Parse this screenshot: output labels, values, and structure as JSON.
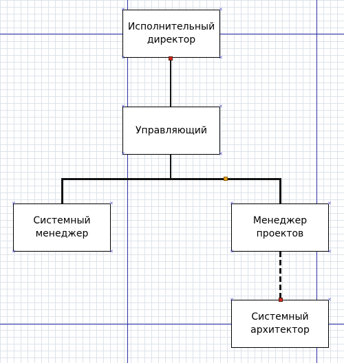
{
  "diagram": {
    "nodes": [
      {
        "id": "executive-director",
        "label": "Исполнительный\nдиректор"
      },
      {
        "id": "manager",
        "label": "Управляющий"
      },
      {
        "id": "system-manager",
        "label": "Системный\nменеджер"
      },
      {
        "id": "project-manager",
        "label": "Менеджер\nпроектов"
      },
      {
        "id": "system-architect",
        "label": "Системный\nархитектор"
      }
    ],
    "edges": [
      {
        "from": "executive-director",
        "to": "manager",
        "style": "solid"
      },
      {
        "from": "manager",
        "to": "system-manager",
        "style": "solid"
      },
      {
        "from": "manager",
        "to": "project-manager",
        "style": "solid"
      },
      {
        "from": "project-manager",
        "to": "system-architect",
        "style": "dashed"
      }
    ],
    "colors": {
      "guide_line": "#2f2fa8",
      "grid": "#dde3ea",
      "anchor_red": "#d0281c",
      "anchor_amber": "#e8a21a"
    }
  }
}
